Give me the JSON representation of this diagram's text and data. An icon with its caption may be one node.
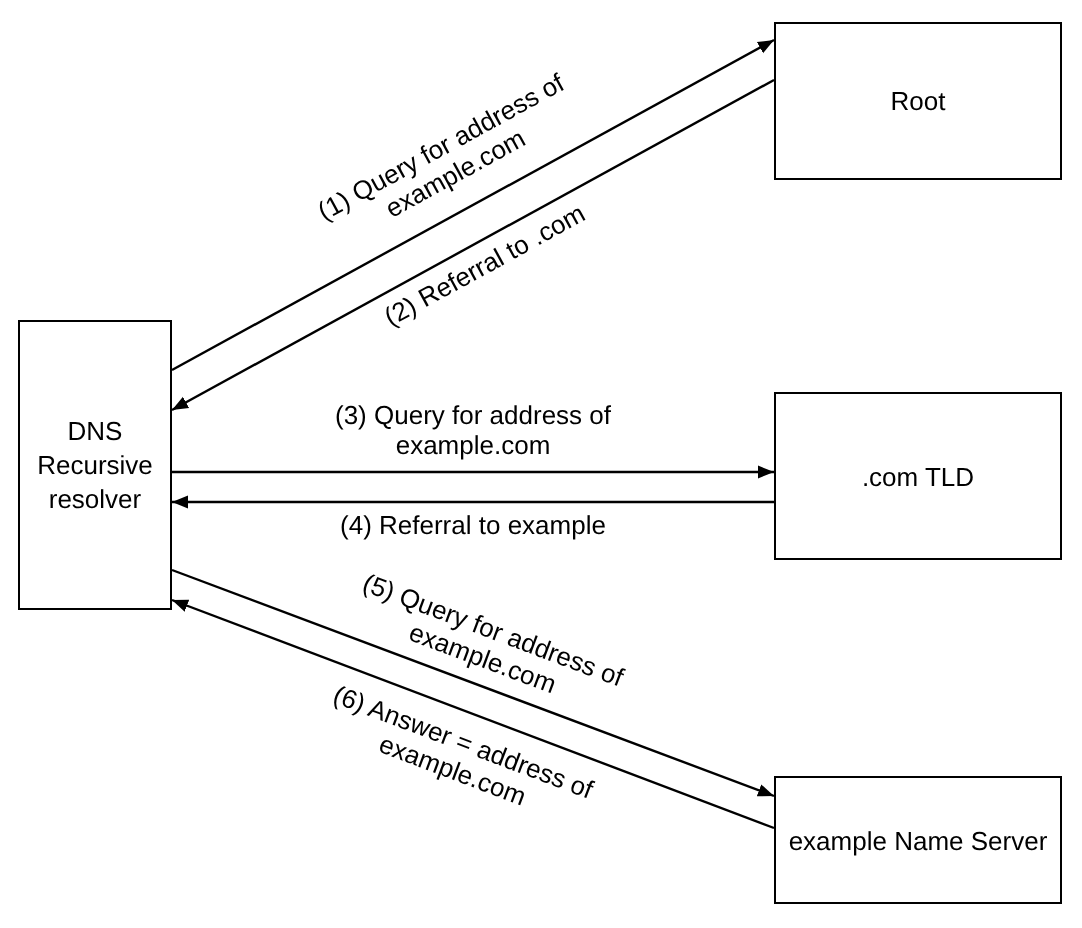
{
  "diagram": {
    "nodes": [
      {
        "text": [
          "DNS Recursive resolver"
        ]
      },
      {
        "text": [
          "Root"
        ]
      },
      {
        "text": [
          ".com TLD"
        ]
      },
      {
        "text": [
          "example Name Server"
        ]
      }
    ],
    "edges": [
      {
        "from": 0,
        "to": 1,
        "arrow": "to",
        "label": "(1) Query for address of example.com"
      },
      {
        "from": 1,
        "to": 0,
        "arrow": "to",
        "label": "(2) Referral to .com"
      },
      {
        "from": 0,
        "to": 2,
        "arrow": "to",
        "label": "(3) Query for address of example.com"
      },
      {
        "from": 2,
        "to": 0,
        "arrow": "to",
        "label": "(4) Referral to example"
      },
      {
        "from": 0,
        "to": 3,
        "arrow": "to",
        "label": "(5) Query for address of example.com"
      },
      {
        "from": 3,
        "to": 0,
        "arrow": "to",
        "label": "(6) Answer = address of example.com"
      }
    ]
  }
}
